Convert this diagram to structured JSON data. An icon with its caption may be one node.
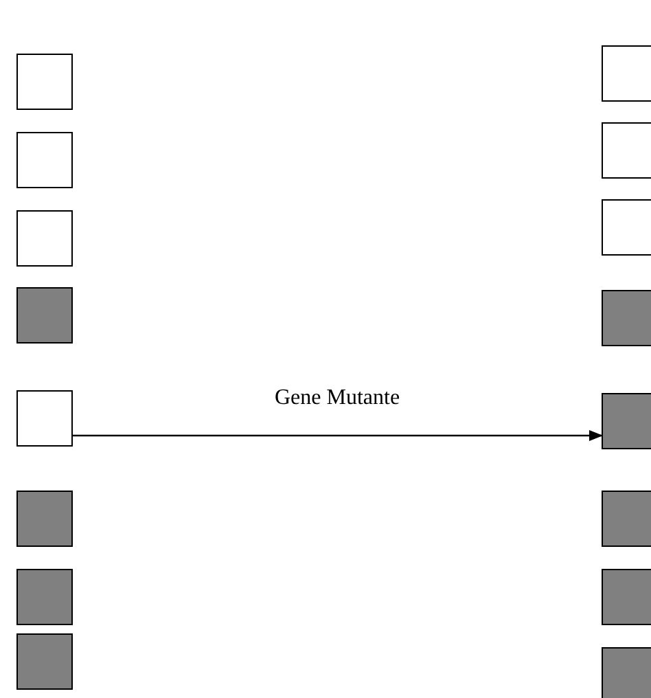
{
  "diagram": {
    "nodes": [
      {
        "text": [],
        "shape": "box"
      },
      {
        "text": [],
        "shape": "box"
      },
      {
        "text": [],
        "shape": "box"
      },
      {
        "text": [],
        "shape": "box"
      },
      {
        "text": [],
        "shape": "box"
      },
      {
        "text": [],
        "shape": "box"
      },
      {
        "text": [],
        "shape": "box"
      },
      {
        "text": [],
        "shape": "box"
      },
      {
        "text": [],
        "shape": "box"
      },
      {
        "text": [],
        "shape": "box"
      },
      {
        "text": [],
        "shape": "box"
      },
      {
        "text": [],
        "shape": "box"
      },
      {
        "text": [],
        "shape": "box"
      },
      {
        "text": [],
        "shape": "box"
      },
      {
        "text": [],
        "shape": "box"
      },
      {
        "text": [],
        "shape": "box"
      }
    ],
    "edges": [
      {
        "from": 4,
        "to": 12,
        "arrow": "to",
        "label": "Gene Mutante"
      }
    ]
  }
}
